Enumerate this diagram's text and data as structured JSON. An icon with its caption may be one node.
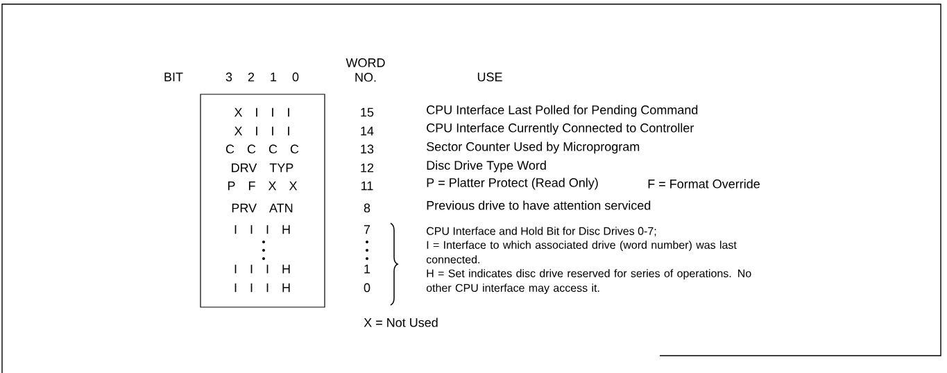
{
  "diagram": {
    "nodes": [
      {
        "text": [
          "X I I I",
          "X I I I",
          "C C C C",
          "DRV TYP",
          "P F X X",
          "PRV ATN",
          "I I I H",
          "I I I H",
          "I I I H"
        ]
      }
    ],
    "edges": [],
    "labels": [
      "BIT",
      "3",
      "2",
      "1",
      "0",
      "WORD NO.",
      "USE",
      "15",
      "CPU Interface Last Polled for Pending Command",
      "14",
      "CPU Interface Currently Connected to Controller",
      "13",
      "Sector Counter Used by Microprogram",
      "12",
      "Disc Drive Type Word",
      "11",
      "P = Platter Protect (Read Only)",
      "F = Format Override",
      "8",
      "Previous drive to have attention serviced",
      "7",
      "CPU Interface and Hold Bit for Disc Drives 0-7;",
      "I = Interface to which associated drive (word number) was last connected.",
      "H = Set indicates disc drive reserved for series of operations. No other CPU interface may access it.",
      "1",
      "0",
      "X = Not Used"
    ]
  }
}
